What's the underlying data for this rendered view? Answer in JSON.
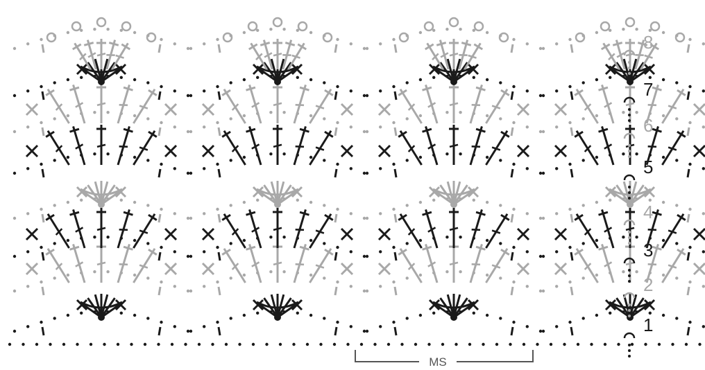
{
  "diagram": {
    "type": "crochet-stitch-chart",
    "repeats": 4,
    "colors": {
      "dark_rows": "#1a1a1a",
      "light_rows": "#a8a8a8",
      "bracket": "#555555"
    },
    "rows": [
      {
        "number": "1",
        "shade": "dark",
        "pattern": "fan-cluster"
      },
      {
        "number": "2",
        "shade": "light",
        "pattern": "fan-open"
      },
      {
        "number": "3",
        "shade": "dark",
        "pattern": "fan-open"
      },
      {
        "number": "4",
        "shade": "light",
        "pattern": "fan-cluster"
      },
      {
        "number": "5",
        "shade": "dark",
        "pattern": "fan-open"
      },
      {
        "number": "6",
        "shade": "light",
        "pattern": "fan-open"
      },
      {
        "number": "7",
        "shade": "dark",
        "pattern": "fan-cluster"
      },
      {
        "number": "8",
        "shade": "light",
        "pattern": "picot-edge"
      }
    ],
    "repeat_bracket_label": "MS"
  }
}
